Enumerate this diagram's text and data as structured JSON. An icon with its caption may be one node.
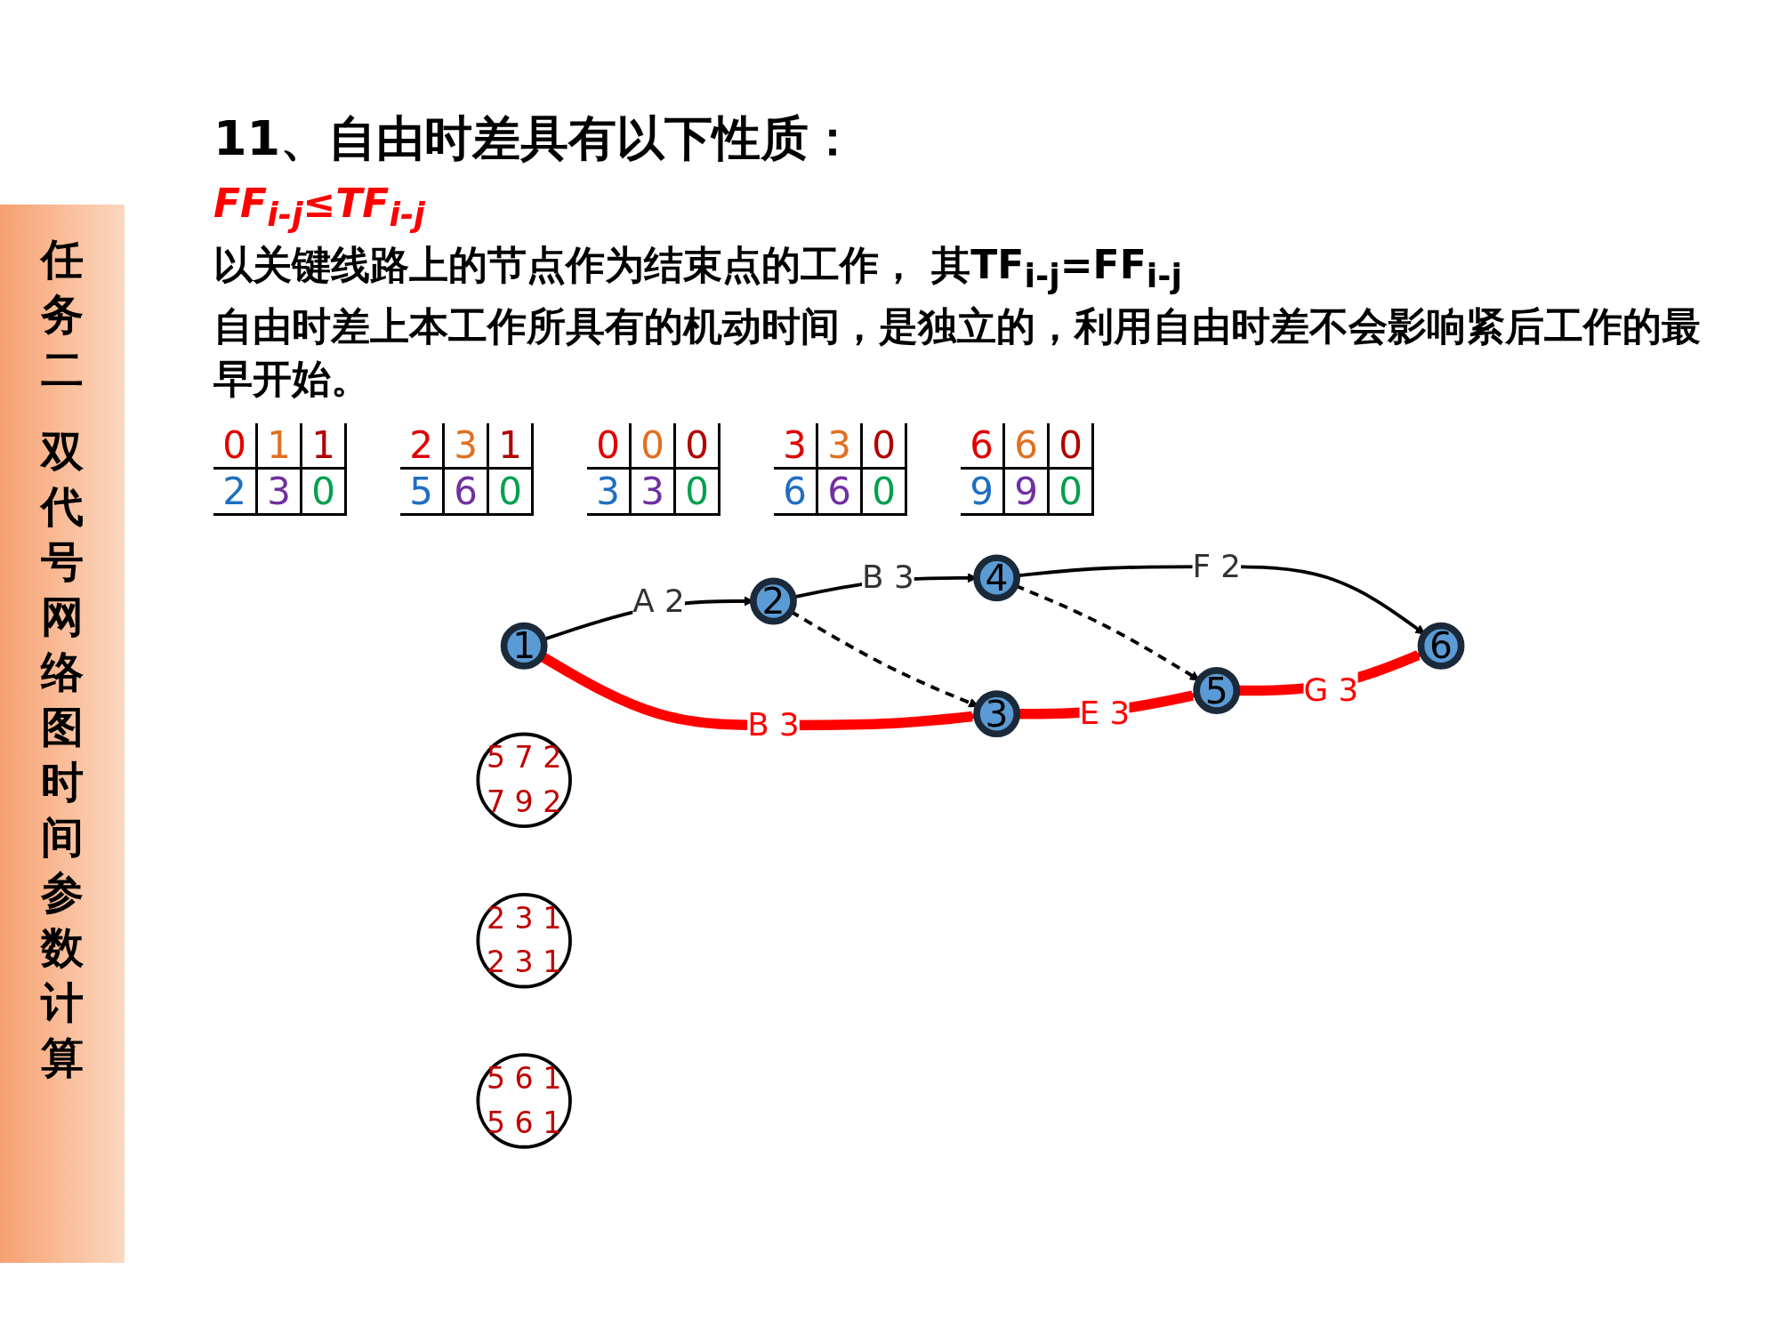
{
  "diagram": {
    "title": "11、自由时差具有以下性质：",
    "nodes": [
      {
        "text": [
          "1"
        ]
      },
      {
        "text": [
          "2"
        ]
      },
      {
        "text": [
          "3"
        ]
      },
      {
        "text": [
          "4"
        ]
      },
      {
        "text": [
          "5"
        ]
      },
      {
        "text": [
          "6"
        ]
      },
      {
        "text": [
          "5",
          "7",
          "2",
          "7",
          "9",
          "2"
        ]
      },
      {
        "text": [
          "2",
          "3",
          "1",
          "2",
          "3",
          "1"
        ]
      },
      {
        "text": [
          "5",
          "6",
          "1",
          "5",
          "6",
          "1"
        ]
      }
    ],
    "edges": [
      {
        "from": 0,
        "to": 1,
        "arrow": "to",
        "label": "A 2"
      },
      {
        "from": 1,
        "to": 3,
        "arrow": "to",
        "label": "B 3"
      },
      {
        "from": 3,
        "to": 5,
        "arrow": "to",
        "label": "F 2"
      },
      {
        "from": 0,
        "to": 2,
        "arrow": "to",
        "label": "B 3",
        "style": "thick",
        "color": "#ff0000"
      },
      {
        "from": 1,
        "to": 2,
        "arrow": "to",
        "style": "dashed"
      },
      {
        "from": 2,
        "to": 4,
        "arrow": "to",
        "label": "E 3",
        "style": "thick",
        "color": "#ff0000"
      },
      {
        "from": 3,
        "to": 4,
        "arrow": "to",
        "style": "dashed"
      },
      {
        "from": 4,
        "to": 5,
        "arrow": "to",
        "label": "G 3",
        "style": "thick",
        "color": "#ff0000"
      }
    ],
    "labels": [
      "任务二",
      "双代号网络图时间参数计算",
      "FF$_{i-j}$≤TF$_{i-j}$",
      "以关键线路上的节点作为结束点的工作， 其TF$_{i-j}$=FF$_{i-j}$",
      "自由时差上本工作所具有的机动时间，是独立的，利用自由时差不会影响紧后工作的最早开始。",
      "0",
      "1",
      "1",
      "2",
      "3",
      "0",
      "2",
      "3",
      "1",
      "5",
      "6",
      "0",
      "0",
      "0",
      "0",
      "3",
      "3",
      "0",
      "3",
      "3",
      "0",
      "6",
      "6",
      "0",
      "6",
      "6",
      "0",
      "9",
      "9",
      "0"
    ]
  }
}
